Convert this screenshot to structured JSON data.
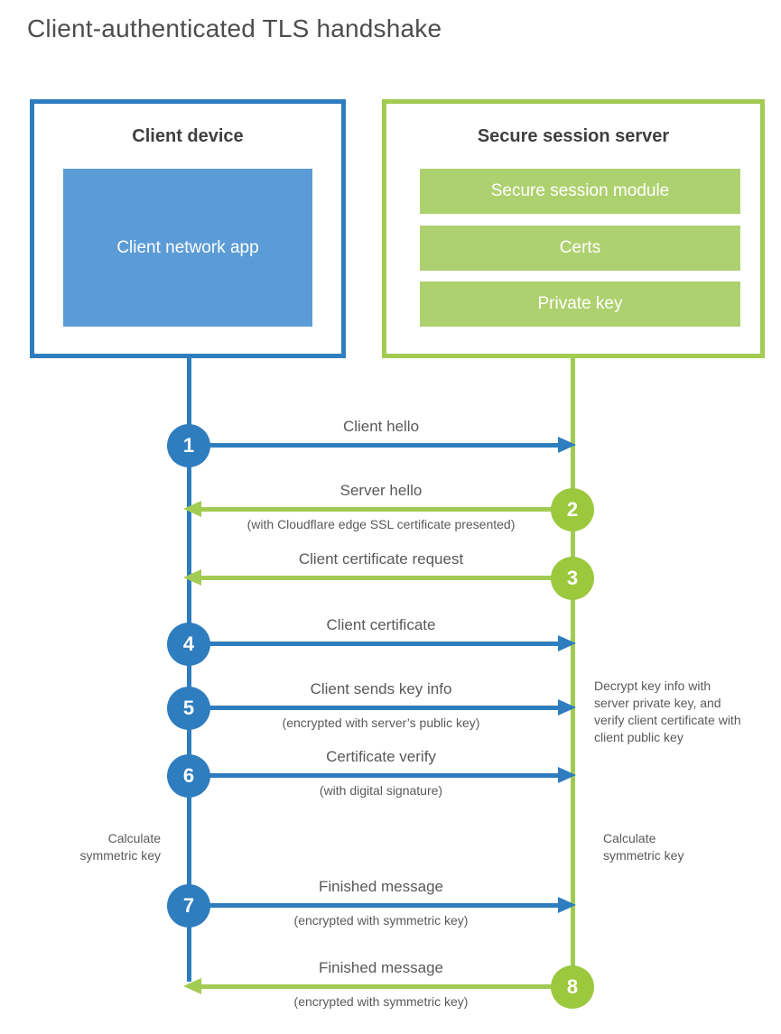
{
  "page": {
    "title": "Client-authenticated TLS handshake"
  },
  "client_device": {
    "title": "Client device",
    "app_label": "Client network app"
  },
  "server": {
    "title": "Secure session server",
    "modules": [
      "Secure session module",
      "Certs",
      "Private key"
    ]
  },
  "steps": [
    {
      "num": "1",
      "label": "Client hello",
      "direction": "client-to-server"
    },
    {
      "num": "2",
      "label": "Server hello",
      "sub": "(with Cloudflare edge SSL certificate presented)",
      "direction": "server-to-client"
    },
    {
      "num": "3",
      "label": "Client certificate request",
      "direction": "server-to-client"
    },
    {
      "num": "4",
      "label": "Client certificate",
      "direction": "client-to-server"
    },
    {
      "num": "5",
      "label": "Client sends key info",
      "sub": "(encrypted with server’s public key)",
      "direction": "client-to-server"
    },
    {
      "num": "6",
      "label": "Certificate verify",
      "sub": "(with digital signature)",
      "direction": "client-to-server"
    },
    {
      "num": "7",
      "label": "Finished message",
      "sub": "(encrypted with symmetric key)",
      "direction": "client-to-server"
    },
    {
      "num": "8",
      "label": "Finished message",
      "sub": "(encrypted with symmetric key)",
      "direction": "server-to-client"
    }
  ],
  "notes": {
    "decrypt": "Decrypt key info with server private key, and verify client certificate with client public key",
    "calculate_left": "Calculate symmetric key",
    "calculate_right": "Calculate symmetric key"
  },
  "colors": {
    "blue": "#2e7dbf",
    "blue_fill": "#5b9cd6",
    "green": "#a2cb52",
    "green_circle": "#9cc83e",
    "green_fill": "#aed170",
    "label_text": "#595959",
    "heading_text": "#3f3f3f",
    "title_text": "#4d4d4d"
  }
}
